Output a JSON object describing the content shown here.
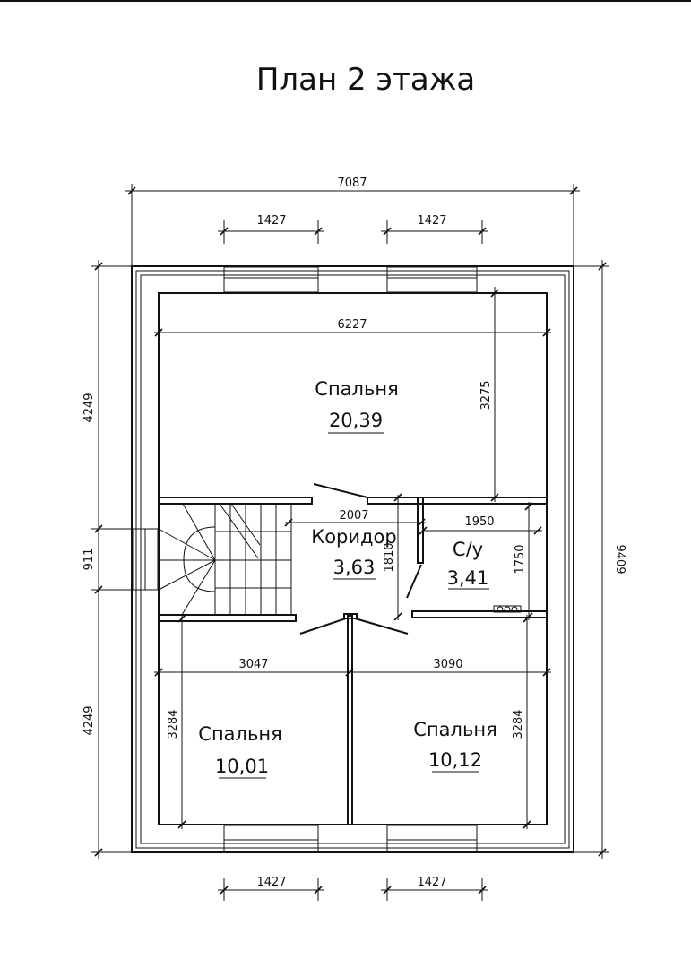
{
  "title": "План 2 этажа",
  "rooms": [
    {
      "name": "Спальня",
      "area": "20,39"
    },
    {
      "name": "Коридор",
      "area": "3,63"
    },
    {
      "name": "С/у",
      "area": "3,41"
    },
    {
      "name": "Спальня",
      "area": "10,01"
    },
    {
      "name": "Спальня",
      "area": "10,12"
    }
  ],
  "dimensions": {
    "overall_width": "7087",
    "overall_height": "9409",
    "top_window_left": "1427",
    "top_window_right": "1427",
    "bottom_window_left": "1427",
    "bottom_window_right": "1427",
    "left_upper": "4249",
    "left_middle": "911",
    "left_lower": "4249",
    "bedroom1_width": "6227",
    "bedroom1_depth": "3275",
    "corridor_width": "2007",
    "corridor_depth": "1810",
    "bath_width": "1950",
    "bath_depth": "1750",
    "bedroom2_width": "3047",
    "bedroom3_width": "3090",
    "bedroom2_depth": "3284",
    "bedroom3_depth": "3284"
  }
}
